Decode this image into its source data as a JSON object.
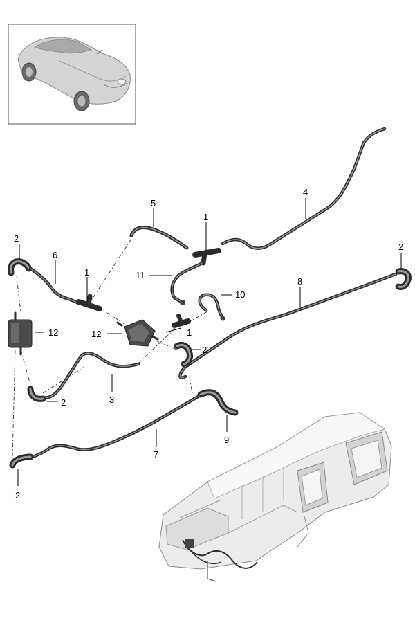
{
  "callouts": {
    "c1a": "1",
    "c1b": "1",
    "c1c": "1",
    "c2a": "2",
    "c2b": "2",
    "c2c": "2",
    "c2d": "2",
    "c2e": "2",
    "c3": "3",
    "c4": "4",
    "c5": "5",
    "c6": "6",
    "c7": "7",
    "c8": "8",
    "c9": "9",
    "c10": "10",
    "c11": "11",
    "c12a": "12",
    "c12b": "12"
  },
  "colors": {
    "tube": "#2b2b2b",
    "part_light": "#d9d9d9",
    "part_shadow": "#a8a8a8",
    "frame": "#555555"
  }
}
